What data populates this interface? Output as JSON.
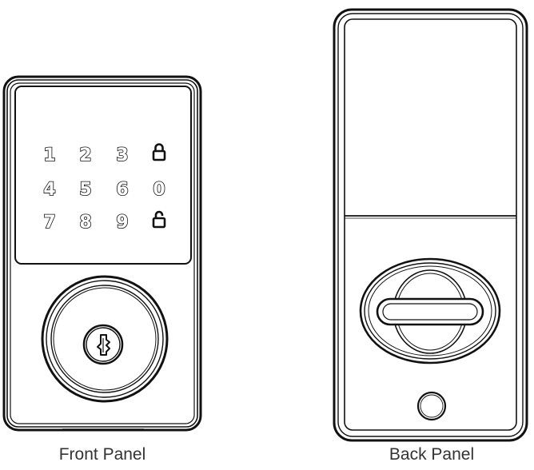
{
  "front_panel": {
    "caption": "Front Panel",
    "keypad": {
      "rows": [
        [
          {
            "label": "1",
            "kind": "digit"
          },
          {
            "label": "2",
            "kind": "digit"
          },
          {
            "label": "3",
            "kind": "digit"
          },
          {
            "label": "lock",
            "kind": "icon",
            "icon": "locked-padlock-icon"
          }
        ],
        [
          {
            "label": "4",
            "kind": "digit"
          },
          {
            "label": "5",
            "kind": "digit"
          },
          {
            "label": "6",
            "kind": "digit"
          },
          {
            "label": "0",
            "kind": "digit"
          }
        ],
        [
          {
            "label": "7",
            "kind": "digit"
          },
          {
            "label": "8",
            "kind": "digit"
          },
          {
            "label": "9",
            "kind": "digit"
          },
          {
            "label": "unlock",
            "kind": "icon",
            "icon": "unlocked-padlock-icon"
          }
        ]
      ]
    },
    "keyhole_icon": "key-cylinder-icon"
  },
  "back_panel": {
    "caption": "Back Panel",
    "thumbturn_icon": "thumb-turn-icon",
    "button_icon": "round-button-icon"
  },
  "colors": {
    "line": "#111111",
    "background": "#ffffff",
    "caption": "#333333"
  }
}
